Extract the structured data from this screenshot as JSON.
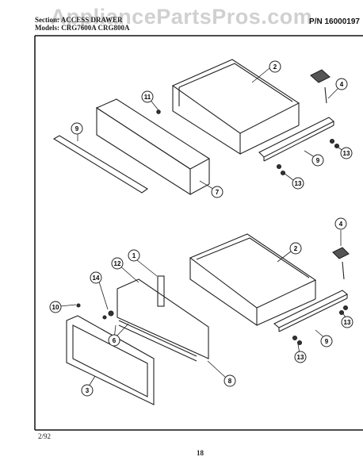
{
  "header": {
    "section_title": "Section: ACCESS DRAWER",
    "models": "Models: CRG7600A CRG800A",
    "part_number": "P/N 16000197"
  },
  "watermark": "AppliancePartsPros.com",
  "footer": {
    "date": "2/92",
    "page": "18"
  },
  "callouts": {
    "c1": "1",
    "c2a": "2",
    "c2b": "2",
    "c3": "3",
    "c4a": "4",
    "c4b": "4",
    "c6": "6",
    "c7": "7",
    "c8": "8",
    "c9a": "9",
    "c9b": "9",
    "c9c": "9",
    "c10": "10",
    "c11": "11",
    "c12": "12",
    "c13a": "13",
    "c13b": "13",
    "c13c": "13",
    "c13d": "13",
    "c14": "14"
  }
}
